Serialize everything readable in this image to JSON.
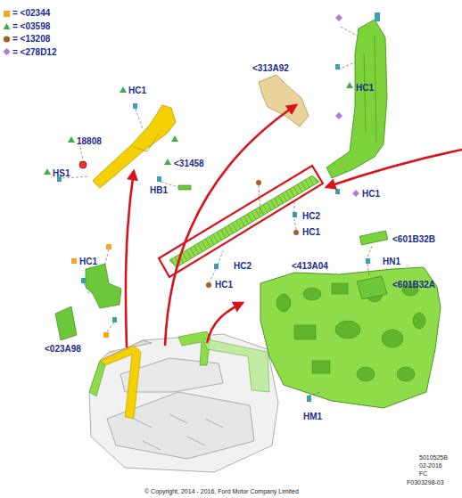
{
  "diagram": {
    "labels": [
      "HC1",
      "18808",
      "HS1",
      "<31458",
      "HB1",
      "<313A92",
      "HC1",
      "HC1",
      "HC2",
      "HC1",
      "<601B32B",
      "HC1",
      "HN1",
      "HC2",
      "<413A04",
      "HC1",
      "<601B32A",
      "<023A98",
      "HM1",
      "5010525B",
      "02-2016",
      "FC",
      "F0303298-03",
      "© Copyright, 2014 - 2016, Ford Motor Company Limited"
    ],
    "legend": [
      {
        "text": "= <02344"
      },
      {
        "text": "= <03598"
      },
      {
        "text": "= <13208"
      },
      {
        "text": "= <278D12"
      }
    ]
  }
}
